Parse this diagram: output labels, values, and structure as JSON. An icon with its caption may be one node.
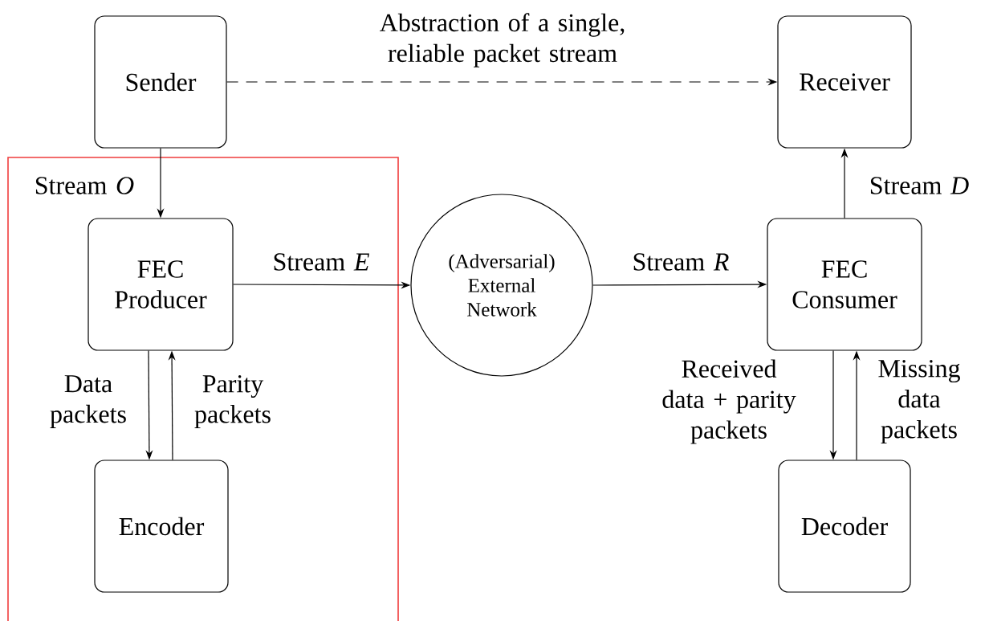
{
  "diagram": {
    "nodes": [
      {
        "text": [
          "Sender"
        ]
      },
      {
        "text": [
          "Receiver"
        ]
      },
      {
        "text": [
          "FEC Producer"
        ]
      },
      {
        "text": [
          "(Adversarial) External Network"
        ]
      },
      {
        "text": [
          "FEC Consumer"
        ]
      },
      {
        "text": [
          "Encoder"
        ]
      },
      {
        "text": [
          "Decoder"
        ]
      }
    ],
    "edges": [
      {
        "from": 0,
        "to": 1,
        "arrow": "to",
        "style": "dashed",
        "label": "Abstraction of a single, reliable packet stream"
      },
      {
        "from": 0,
        "to": 2,
        "arrow": "to",
        "label": "Stream *O*"
      },
      {
        "from": 2,
        "to": 3,
        "arrow": "to",
        "label": "Stream *E*"
      },
      {
        "from": 3,
        "to": 4,
        "arrow": "to",
        "label": "Stream *R*"
      },
      {
        "from": 4,
        "to": 1,
        "arrow": "to",
        "label": "Stream *D*"
      },
      {
        "from": 2,
        "to": 5,
        "arrow": "to",
        "label": "Data packets"
      },
      {
        "from": 5,
        "to": 2,
        "arrow": "to",
        "label": "Parity packets"
      },
      {
        "from": 4,
        "to": 6,
        "arrow": "to",
        "label": "Received data + parity packets"
      },
      {
        "from": 6,
        "to": 4,
        "arrow": "to",
        "label": "Missing data packets"
      }
    ]
  }
}
